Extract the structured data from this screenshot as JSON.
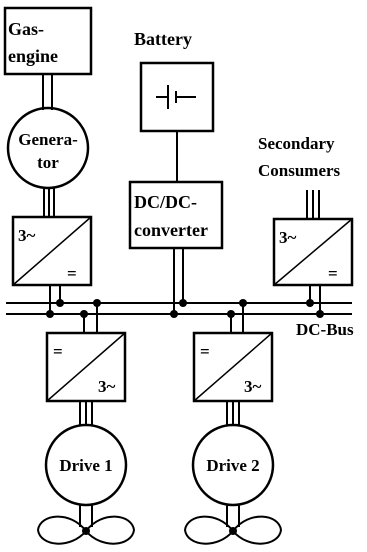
{
  "gas_engine": {
    "line1": "Gas-",
    "line2": "engine"
  },
  "battery": {
    "label": "Battery"
  },
  "generator": {
    "line1": "Genera-",
    "line2": "tor"
  },
  "dcdc": {
    "line1": "DC/DC-",
    "line2": "converter"
  },
  "secondary": {
    "line1": "Secondary",
    "line2": "Consumers"
  },
  "converters": {
    "gen_in": "3~",
    "gen_out": "=",
    "sec_in": "3~",
    "sec_out": "=",
    "drive1_in": "=",
    "drive1_out": "3~",
    "drive2_in": "=",
    "drive2_out": "3~"
  },
  "dc_bus": {
    "label": "DC-Bus"
  },
  "drive1": {
    "label": "Drive 1"
  },
  "drive2": {
    "label": "Drive 2"
  }
}
